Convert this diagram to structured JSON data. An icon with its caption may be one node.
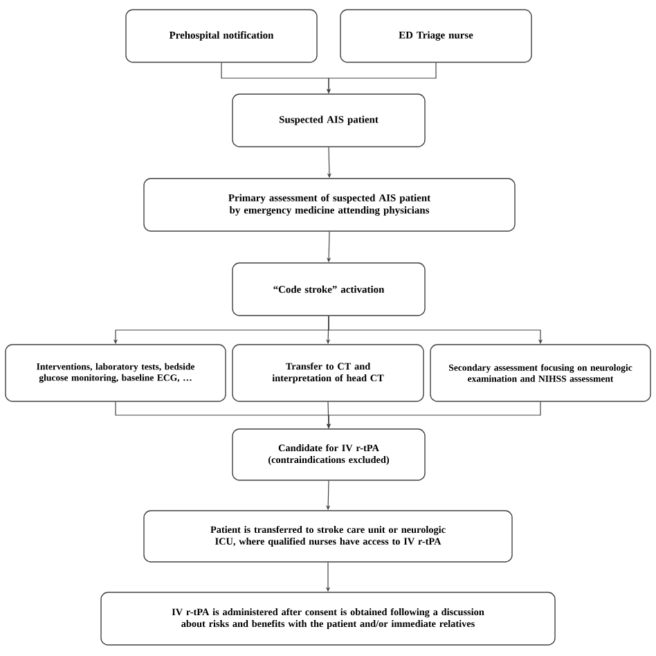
{
  "diagram": {
    "nodes": [
      {
        "text": [
          "Prehospital notification"
        ]
      },
      {
        "text": [
          "ED Triage nurse"
        ]
      },
      {
        "text": [
          "Suspected AIS patient"
        ]
      },
      {
        "text": [
          "Primary assessment of suspected AIS patient by emergency medicine attending physicians"
        ]
      },
      {
        "text": [
          "“Code stroke” activation"
        ]
      },
      {
        "text": [
          "Interventions, laboratory tests, bedside glucose monitoring, baseline ECG, …"
        ]
      },
      {
        "text": [
          "Transfer to CT and interpretation of head CT"
        ]
      },
      {
        "text": [
          "Secondary assessment focusing on neurologic examination and NIHSS assessment"
        ]
      },
      {
        "text": [
          "Candidate for IV r-tPA (contraindications excluded)"
        ]
      },
      {
        "text": [
          "Patient is transferred to stroke care unit or neurologic ICU, where qualified nurses have access to IV r-tPA"
        ]
      },
      {
        "text": [
          "IV r-tPA is administered after consent is obtained following a discussion about risks and benefits with the patient and/or immediate relatives"
        ]
      }
    ],
    "edges": [
      {
        "from": 0,
        "to": 2,
        "arrow": "to"
      },
      {
        "from": 1,
        "to": 2,
        "arrow": "to"
      },
      {
        "from": 2,
        "to": 3,
        "arrow": "to"
      },
      {
        "from": 3,
        "to": 4,
        "arrow": "to"
      },
      {
        "from": 4,
        "to": 5,
        "arrow": "to"
      },
      {
        "from": 4,
        "to": 6,
        "arrow": "to"
      },
      {
        "from": 4,
        "to": 7,
        "arrow": "to"
      },
      {
        "from": 5,
        "to": 8,
        "arrow": "to"
      },
      {
        "from": 6,
        "to": 8,
        "arrow": "to"
      },
      {
        "from": 7,
        "to": 8,
        "arrow": "to"
      },
      {
        "from": 8,
        "to": 9,
        "arrow": "to"
      },
      {
        "from": 9,
        "to": 10,
        "arrow": "to"
      }
    ]
  }
}
